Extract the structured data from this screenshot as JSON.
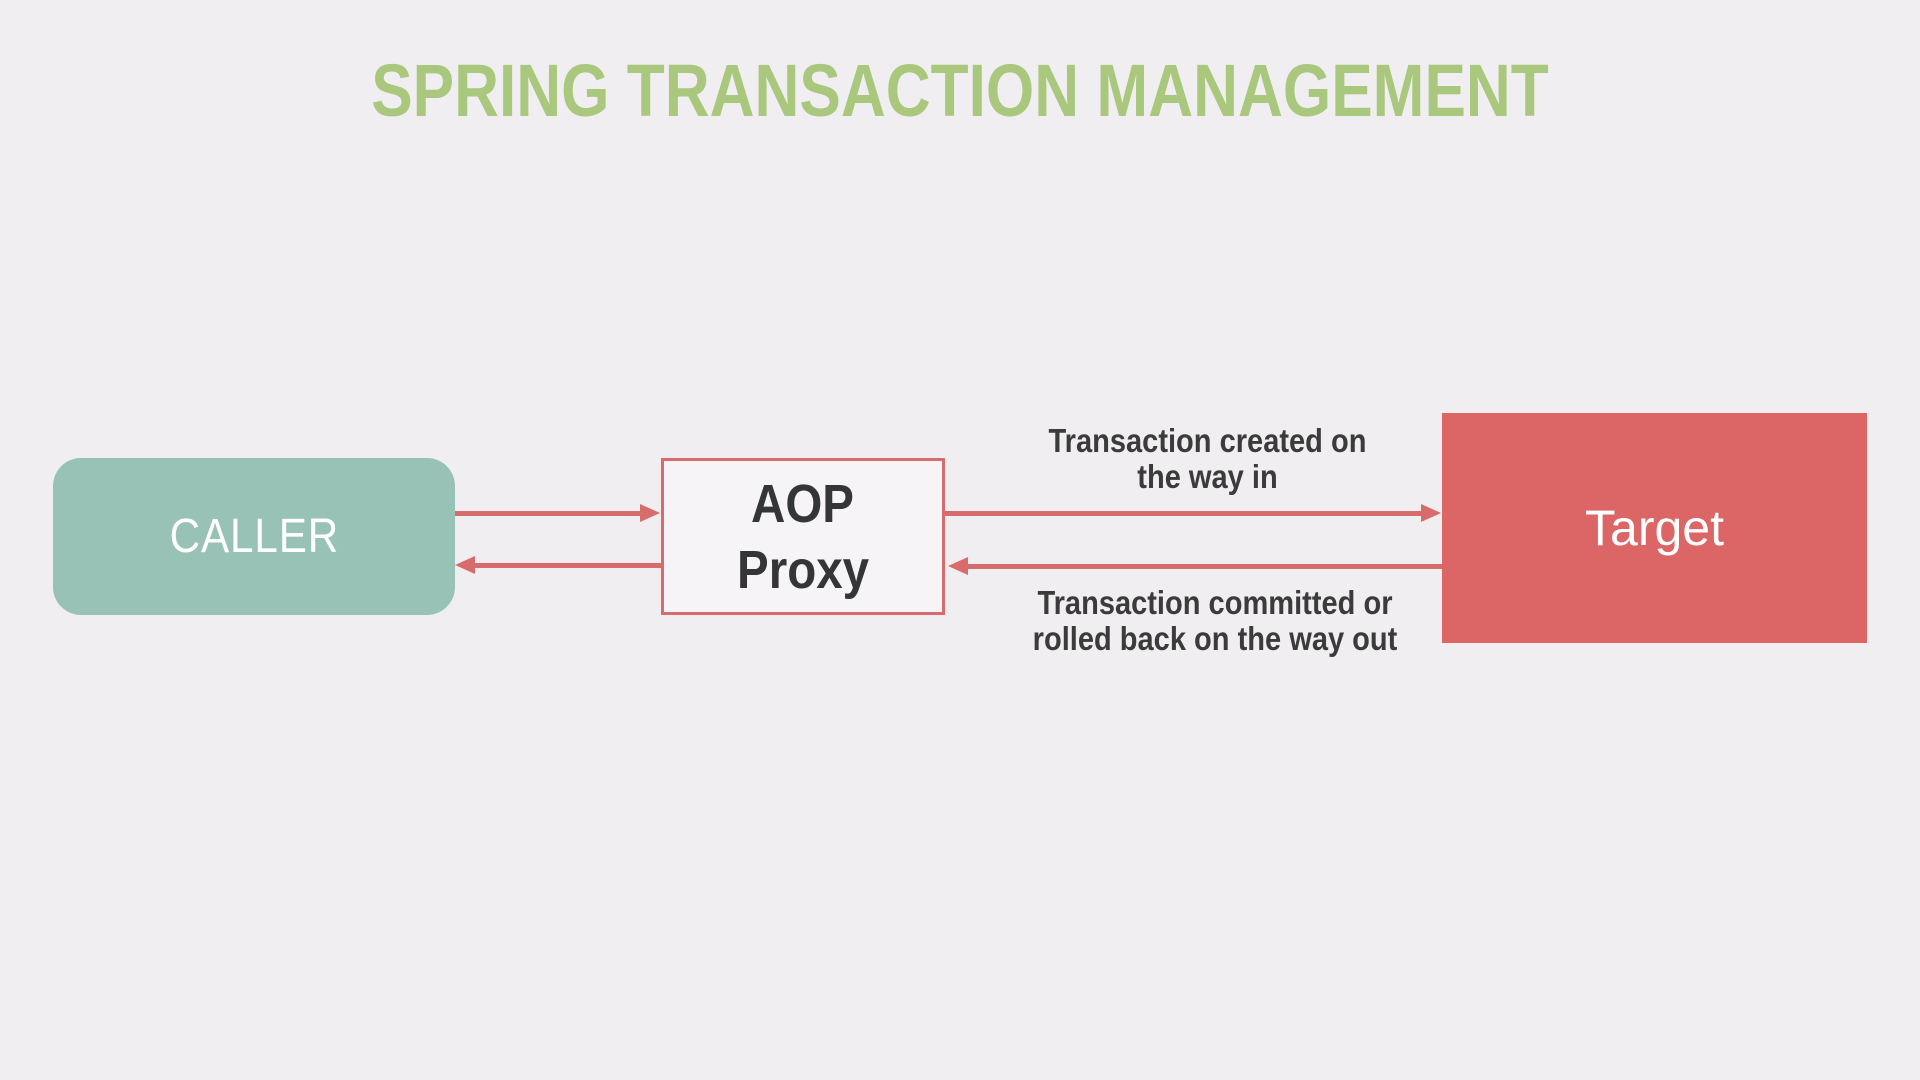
{
  "title": {
    "text": "SPRING TRANSACTION MANAGEMENT"
  },
  "nodes": {
    "caller": {
      "label": "CALLER"
    },
    "proxy": {
      "line1": "AOP",
      "line2": "Proxy"
    },
    "target": {
      "label": "Target"
    }
  },
  "annotations": {
    "created": {
      "line1": "Transaction created on",
      "line2": "the way in"
    },
    "committed": {
      "line1": "Transaction committed or",
      "line2": "rolled back on the way out"
    }
  },
  "edges": [
    {
      "name": "caller-to-proxy",
      "direction": "right"
    },
    {
      "name": "proxy-to-caller",
      "direction": "left"
    },
    {
      "name": "proxy-to-target",
      "direction": "right"
    },
    {
      "name": "target-to-proxy",
      "direction": "left"
    }
  ],
  "colors": {
    "background": "#f0eef0",
    "title": "#a9c87d",
    "caller_fill": "#98c2b5",
    "caller_text": "#ffffff",
    "proxy_fill": "#f6f4f6",
    "proxy_text": "#333537",
    "target_fill": "#dc6566",
    "target_text": "#ffffff",
    "stroke": "#d86b6b",
    "label": "#3b3b3b"
  }
}
